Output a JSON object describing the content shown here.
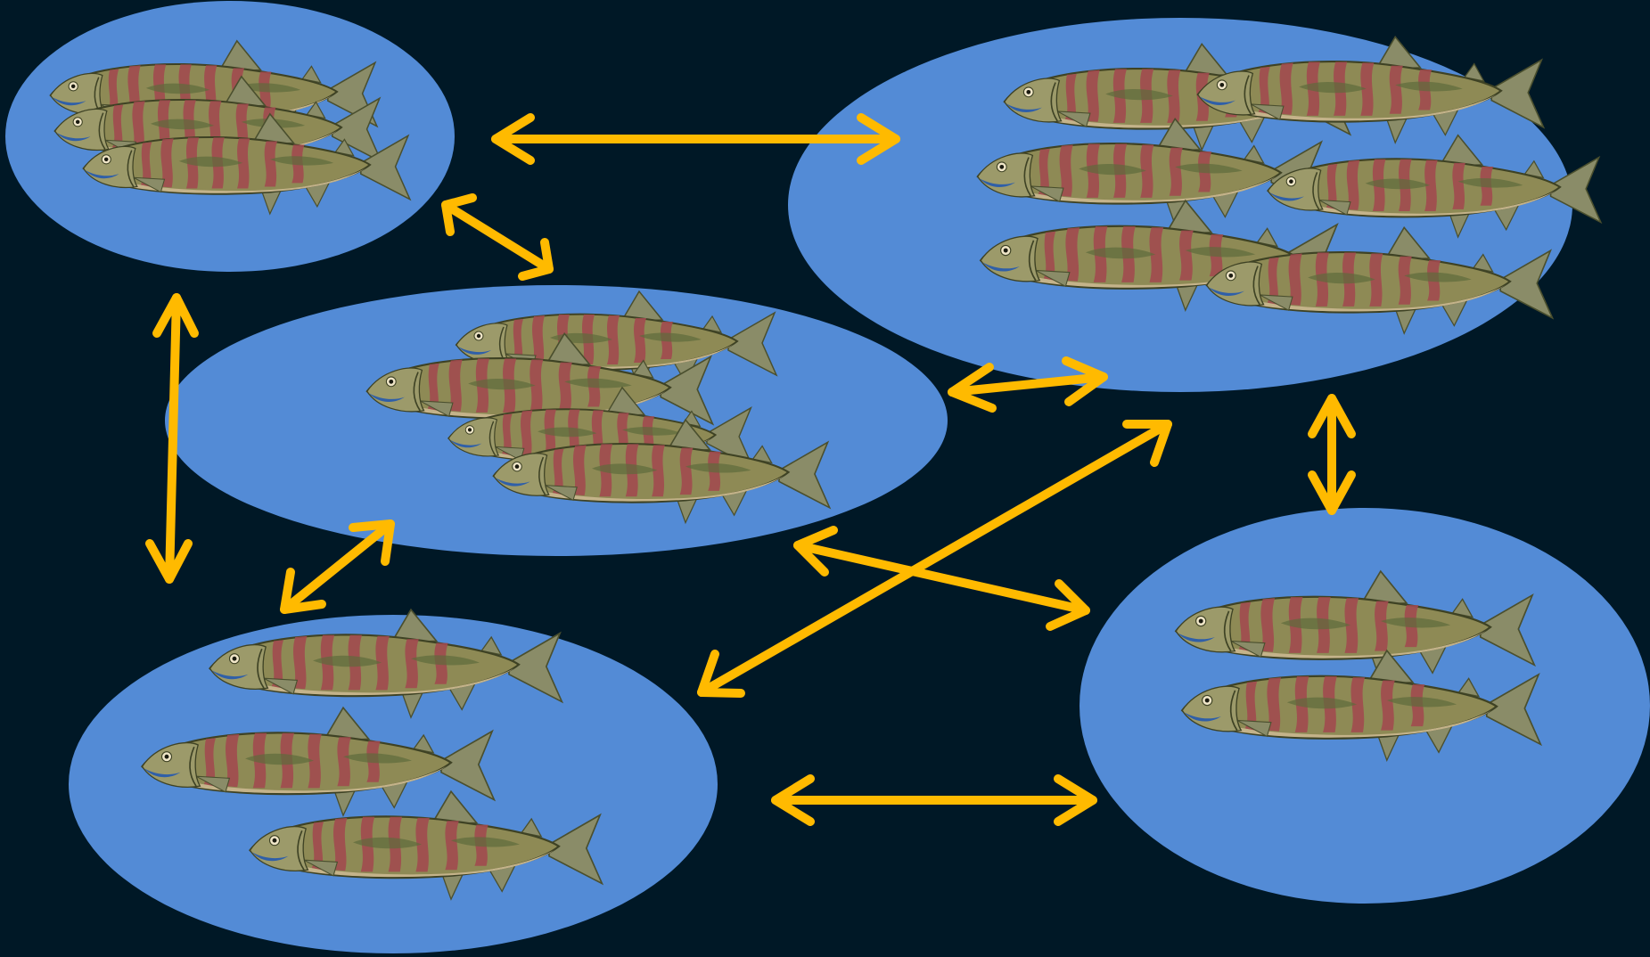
{
  "colors": {
    "background": "#001826",
    "population": "#538BD6",
    "arrow": "#FFBA00",
    "fish_body": "#8E8A55",
    "fish_stripe": "#A14A4F",
    "fish_belly": "#C4B38A",
    "fish_dark": "#5E6B3C",
    "fish_fin": "#8A8C68"
  },
  "populations": [
    {
      "id": "pop-top-left",
      "fish_count": 3
    },
    {
      "id": "pop-center",
      "fish_count": 4
    },
    {
      "id": "pop-top-right",
      "fish_count": 6
    },
    {
      "id": "pop-bottom-left",
      "fish_count": 3
    },
    {
      "id": "pop-bottom-right",
      "fish_count": 2
    }
  ],
  "connections": [
    {
      "from": "pop-top-left",
      "to": "pop-top-right"
    },
    {
      "from": "pop-top-left",
      "to": "pop-center"
    },
    {
      "from": "pop-top-left",
      "to": "pop-bottom-left"
    },
    {
      "from": "pop-center",
      "to": "pop-top-right"
    },
    {
      "from": "pop-center",
      "to": "pop-bottom-left"
    },
    {
      "from": "pop-center",
      "to": "pop-bottom-right"
    },
    {
      "from": "pop-bottom-left",
      "to": "pop-top-right"
    },
    {
      "from": "pop-top-right",
      "to": "pop-bottom-right"
    },
    {
      "from": "pop-bottom-left",
      "to": "pop-bottom-right"
    }
  ]
}
